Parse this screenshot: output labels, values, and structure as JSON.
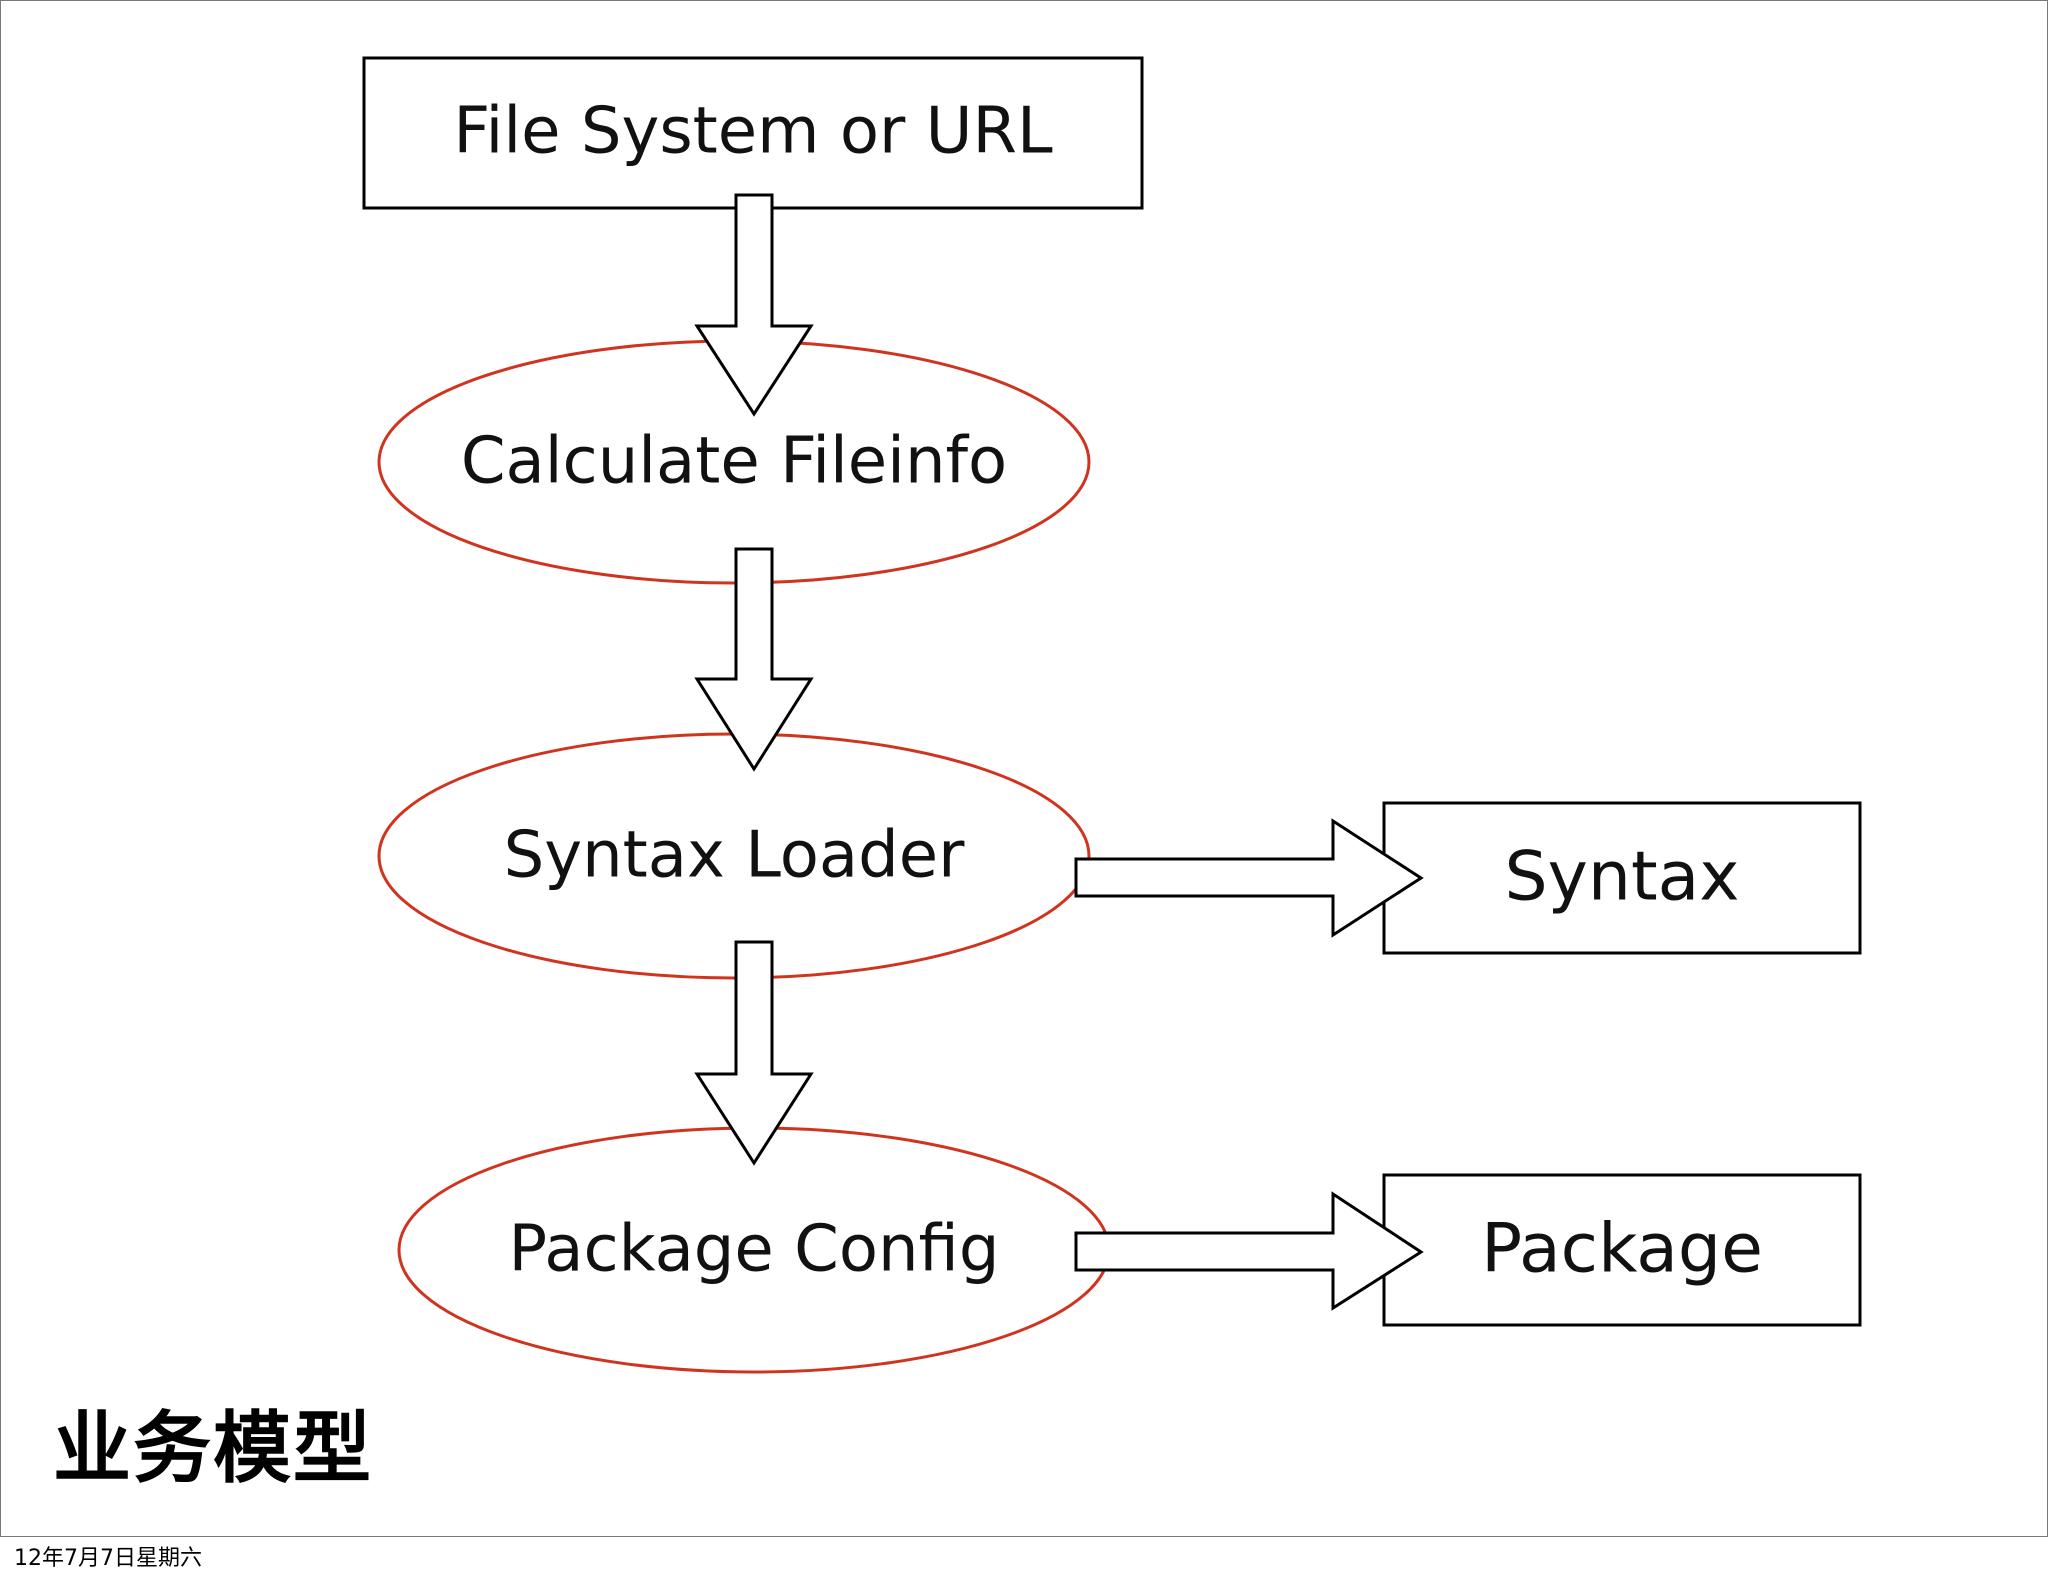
{
  "slide": {
    "title": "业务模型",
    "footer_date": "12年7月7日星期六"
  },
  "colors": {
    "box_border": "#000000",
    "ellipse_border": "#d0341f",
    "arrow_fill": "#ffffff",
    "arrow_stroke": "#000000",
    "text": "#111111"
  },
  "nodes": {
    "source": {
      "label": "File System or URL",
      "shape": "rectangle"
    },
    "calculate": {
      "label": "Calculate Fileinfo",
      "shape": "ellipse"
    },
    "loader": {
      "label": "Syntax Loader",
      "shape": "ellipse"
    },
    "config": {
      "label": "Package Config",
      "shape": "ellipse"
    },
    "syntax": {
      "label": "Syntax",
      "shape": "rectangle"
    },
    "package": {
      "label": "Package",
      "shape": "rectangle"
    }
  },
  "edges": [
    {
      "from": "source",
      "to": "calculate",
      "style": "block-arrow"
    },
    {
      "from": "calculate",
      "to": "loader",
      "style": "block-arrow"
    },
    {
      "from": "loader",
      "to": "config",
      "style": "block-arrow"
    },
    {
      "from": "loader",
      "to": "syntax",
      "style": "block-arrow"
    },
    {
      "from": "config",
      "to": "package",
      "style": "block-arrow"
    }
  ]
}
